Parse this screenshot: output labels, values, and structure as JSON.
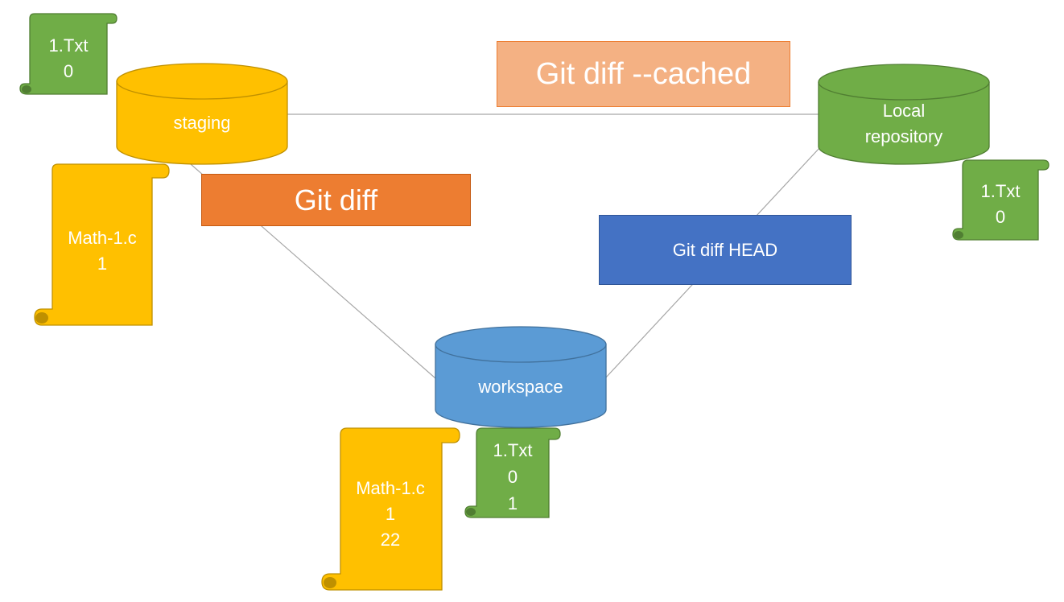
{
  "colors": {
    "yellow": "#ffc000",
    "yellow_dark": "#bf9000",
    "green": "#70ad47",
    "green_dark": "#507e32",
    "blue_cylinder": "#5b9bd5",
    "blue_box": "#4472c4",
    "orange": "#ed7d31",
    "light_orange": "#f4b183"
  },
  "cylinders": {
    "staging": {
      "label": "staging"
    },
    "local_repository": {
      "line1": "Local",
      "line2": "repository"
    },
    "workspace": {
      "label": "workspace"
    }
  },
  "boxes": {
    "git_diff_cached": "Git diff --cached",
    "git_diff": "Git diff",
    "git_diff_head": "Git diff HEAD"
  },
  "scrolls": {
    "staging_txt": {
      "lines": [
        "1.Txt",
        "0"
      ]
    },
    "staging_math": {
      "lines": [
        "Math-1.c",
        "1"
      ]
    },
    "repo_txt": {
      "lines": [
        "1.Txt",
        "0"
      ]
    },
    "workspace_math": {
      "lines": [
        "Math-1.c",
        "1",
        "22"
      ]
    },
    "workspace_txt": {
      "lines": [
        "1.Txt",
        "0",
        "1"
      ]
    }
  },
  "icons": {
    "cylinder": "database-cylinder-icon",
    "scroll": "scroll-document-icon"
  }
}
